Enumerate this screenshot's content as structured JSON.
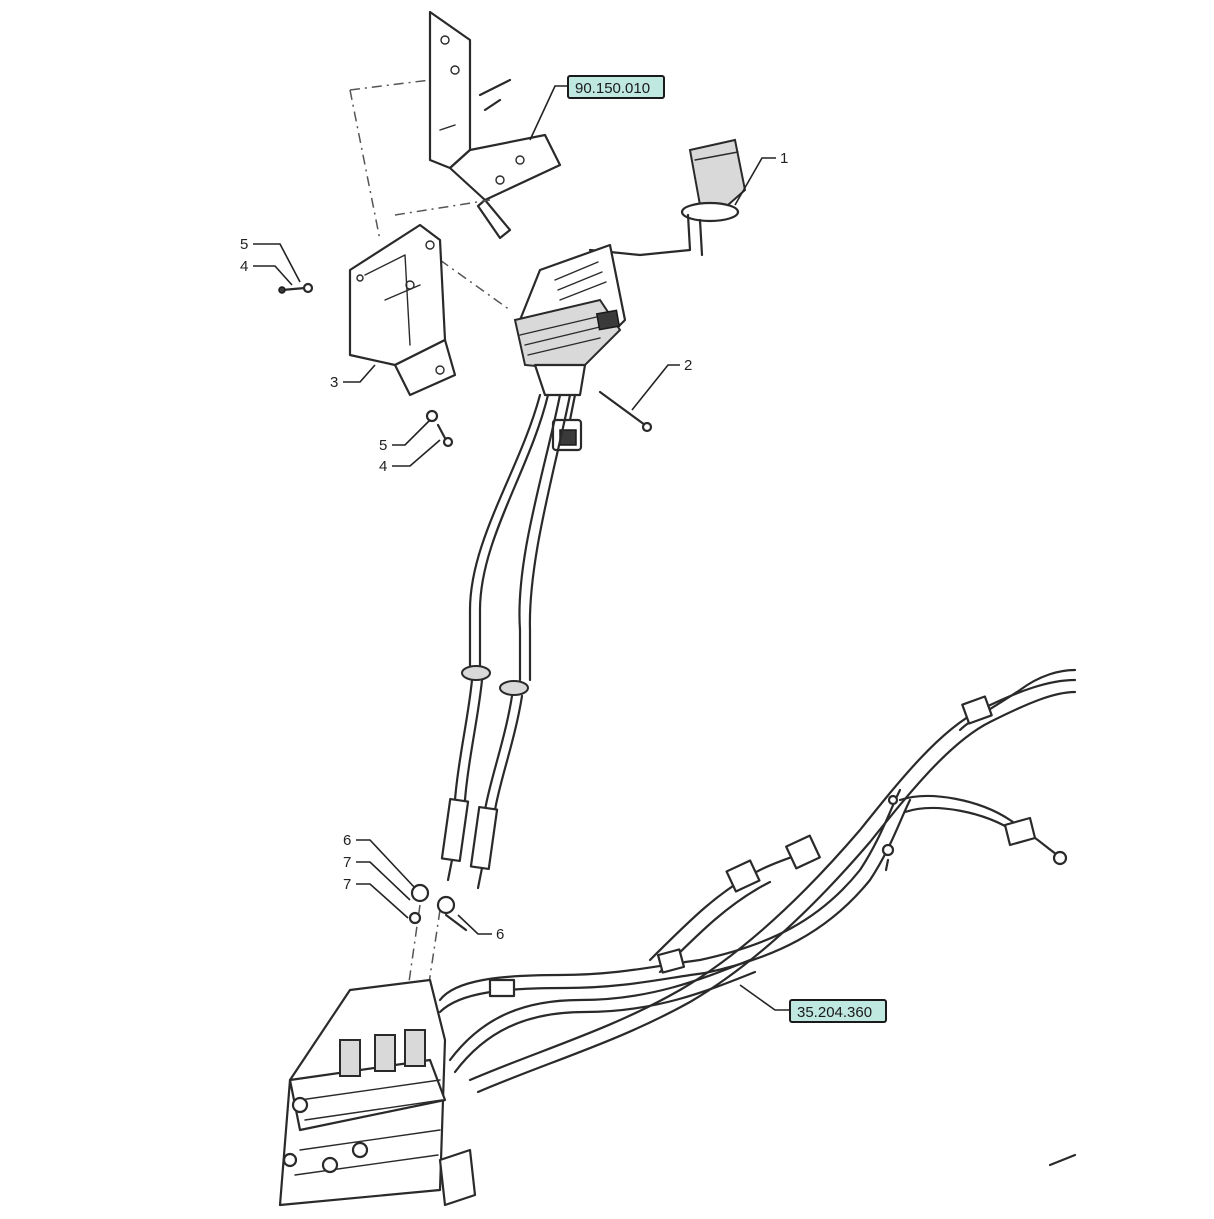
{
  "callouts": [
    {
      "label": "1"
    },
    {
      "label": "2"
    },
    {
      "label": "3"
    },
    {
      "label": "4"
    },
    {
      "label": "5"
    },
    {
      "label": "5"
    },
    {
      "label": "4"
    },
    {
      "label": "6"
    },
    {
      "label": "7"
    },
    {
      "label": "7"
    },
    {
      "label": "6"
    }
  ],
  "references": [
    {
      "label": "90.150.010"
    },
    {
      "label": "35.204.360"
    }
  ]
}
